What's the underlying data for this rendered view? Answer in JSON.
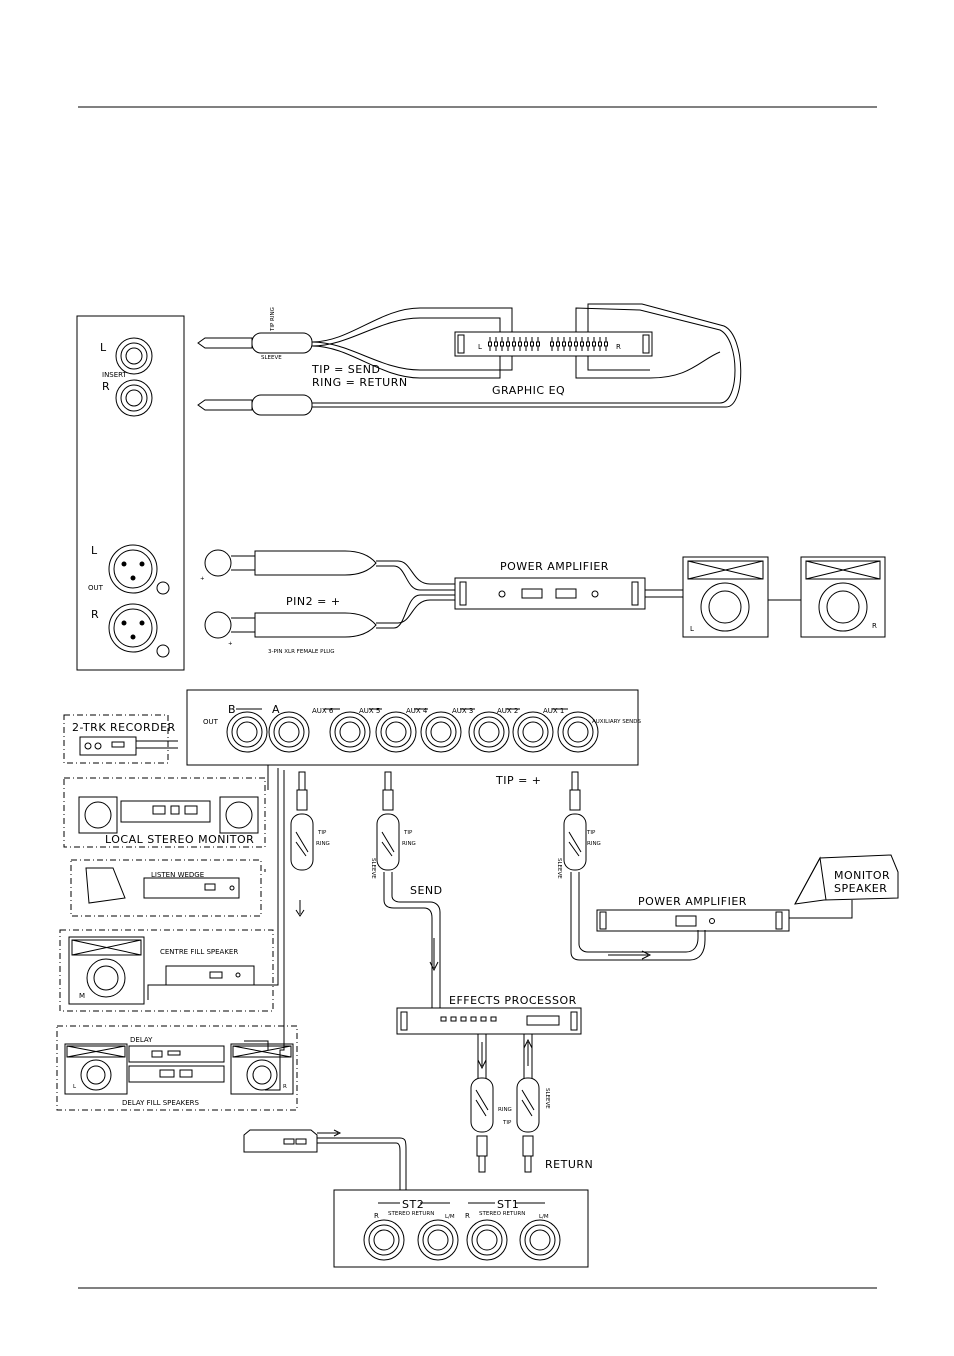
{
  "insert": {
    "l": "L",
    "insert": "INSERT",
    "r": "R",
    "tip_ring": "TIP RING",
    "sleeve": "SLEEVE",
    "tip_send": "TIP = SEND",
    "ring_return": "RING = RETURN",
    "graphic_eq": "GRAPHIC EQ",
    "eq_l": "L",
    "eq_r": "R"
  },
  "outputs": {
    "l": "L",
    "out": "OUT",
    "r": "R",
    "pin2": "PIN2 = +",
    "xlr_plug": "3-PIN XLR FEMALE PLUG",
    "power_amplifier": "POWER AMPLIFIER",
    "spk_l": "L",
    "spk_r": "R"
  },
  "aux_panel": {
    "out": "OUT",
    "b": "B",
    "a": "A",
    "aux6": "AUX 6",
    "aux5": "AUX 5",
    "aux4": "AUX 4",
    "aux3": "AUX 3",
    "aux2": "AUX 2",
    "aux1": "AUX 1",
    "aux_sends": "AUXILIARY SENDS",
    "tip_plus": "TIP = +"
  },
  "devices": {
    "recorder": "2-TRK RECORDER",
    "local_monitor": "LOCAL STEREO MONITOR",
    "listen_wedge": "LISTEN WEDGE",
    "centre_fill": "CENTRE FILL SPEAKER",
    "centre_m": "M",
    "delay": "DELAY",
    "delay_fill": "DELAY FILL SPEAKERS",
    "delay_l": "L",
    "delay_r": "R",
    "power_amplifier2": "POWER AMPLIFIER",
    "monitor_speaker_1": "MONITOR",
    "monitor_speaker_2": "SPEAKER",
    "effects_processor": "EFFECTS PROCESSOR"
  },
  "jacks": {
    "tip": "TIP",
    "ring": "RING",
    "sleeve": "SLEEVE",
    "send": "SEND",
    "return": "RETURN",
    "ring2": "RING",
    "tip2": "TIP"
  },
  "returns": {
    "st2": "ST2",
    "st1": "ST1",
    "stereo_return": "STEREO RETURN",
    "r": "R",
    "lm": "L/M"
  }
}
